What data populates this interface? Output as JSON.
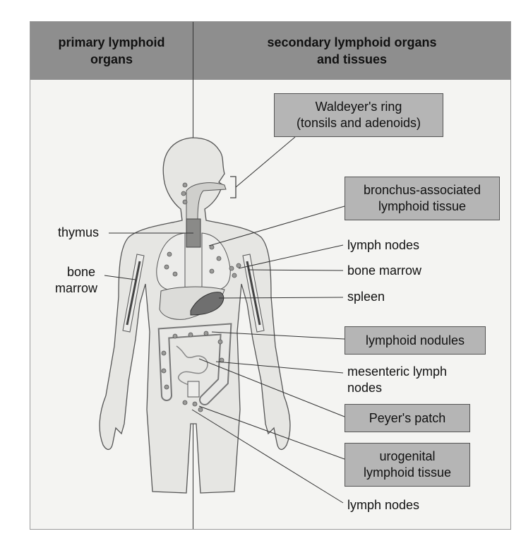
{
  "headers": {
    "primary": [
      "primary lymphoid",
      "organs"
    ],
    "secondary": [
      "secondary lymphoid organs",
      "and tissues"
    ]
  },
  "left_labels": {
    "thymus": "thymus",
    "bone_marrow": [
      "bone",
      "marrow"
    ]
  },
  "right_labels": {
    "waldeyers_ring": [
      "Waldeyer's ring",
      "(tonsils and adenoids)"
    ],
    "bronchus": [
      "bronchus-associated",
      "lymphoid tissue"
    ],
    "lymph_nodes_upper": "lymph nodes",
    "bone_marrow": "bone marrow",
    "spleen": "spleen",
    "lymphoid_nodules": "lymphoid nodules",
    "mesenteric": [
      "mesenteric lymph",
      "nodes"
    ],
    "peyers_patch": "Peyer's patch",
    "urogenital": [
      "urogenital",
      "lymphoid tissue"
    ],
    "lymph_nodes_lower": "lymph nodes"
  },
  "colors": {
    "header_bg": "#8e8e8e",
    "box_bg": "#b5b5b5",
    "panel_bg": "#f4f4f2",
    "body_fill": "#e6e6e3",
    "organ_fill": "#d2d2cf",
    "spleen_fill": "#6f6f6f"
  }
}
